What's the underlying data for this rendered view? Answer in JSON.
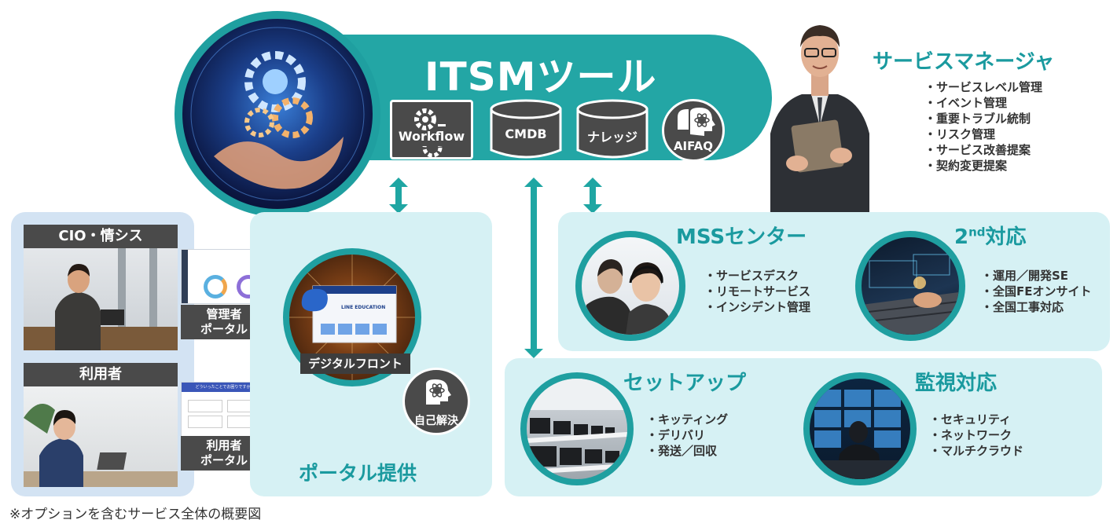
{
  "itsm": {
    "title": "ITSMツール",
    "modules": [
      "Workflow",
      "CMDB",
      "ナレッジ",
      "AIFAQ"
    ]
  },
  "service_manager": {
    "title": "サービスマネージャ",
    "items": [
      "・サービスレベル管理",
      "・イベント管理",
      "・重要トラブル統制",
      "・リスク管理",
      "・サービス改善提案",
      "・契約変更提案"
    ]
  },
  "users": {
    "cio_title": "CIO・情シス",
    "admin_portal": [
      "管理者",
      "ポータル"
    ],
    "user_title": "利用者",
    "user_portal": [
      "利用者",
      "ポータル"
    ],
    "user_screen_header": "どういったことでお困りですか？"
  },
  "portal": {
    "title": "ポータル提供",
    "digital_front": "デジタルフロント",
    "screen_text": "LINE EDUCATION",
    "self_solve": "自己解決"
  },
  "mss": {
    "title": "MSSセンター",
    "items": [
      "・サービスデスク",
      "・リモートサービス",
      "・インシデント管理"
    ]
  },
  "second": {
    "title_main": "2",
    "title_sup": "nd",
    "title_rest": "対応",
    "items": [
      "・運用／開発SE",
      "・全国FEオンサイト",
      "・全国工事対応"
    ]
  },
  "setup": {
    "title": "セットアップ",
    "items": [
      "・キッティング",
      "・デリバリ",
      "・発送／回収"
    ]
  },
  "monitor": {
    "title": "監視対応",
    "items": [
      "・セキュリティ",
      "・ネットワーク",
      "・マルチクラウド"
    ]
  },
  "footnote": "※オプションを含むサービス全体の概要図",
  "colors": {
    "teal": "#21a7a6",
    "teal_text": "#1a9a9f",
    "light_panel": "#d6f1f4",
    "user_panel": "#d3e3f3",
    "dark_module": "#4a4a4a"
  }
}
